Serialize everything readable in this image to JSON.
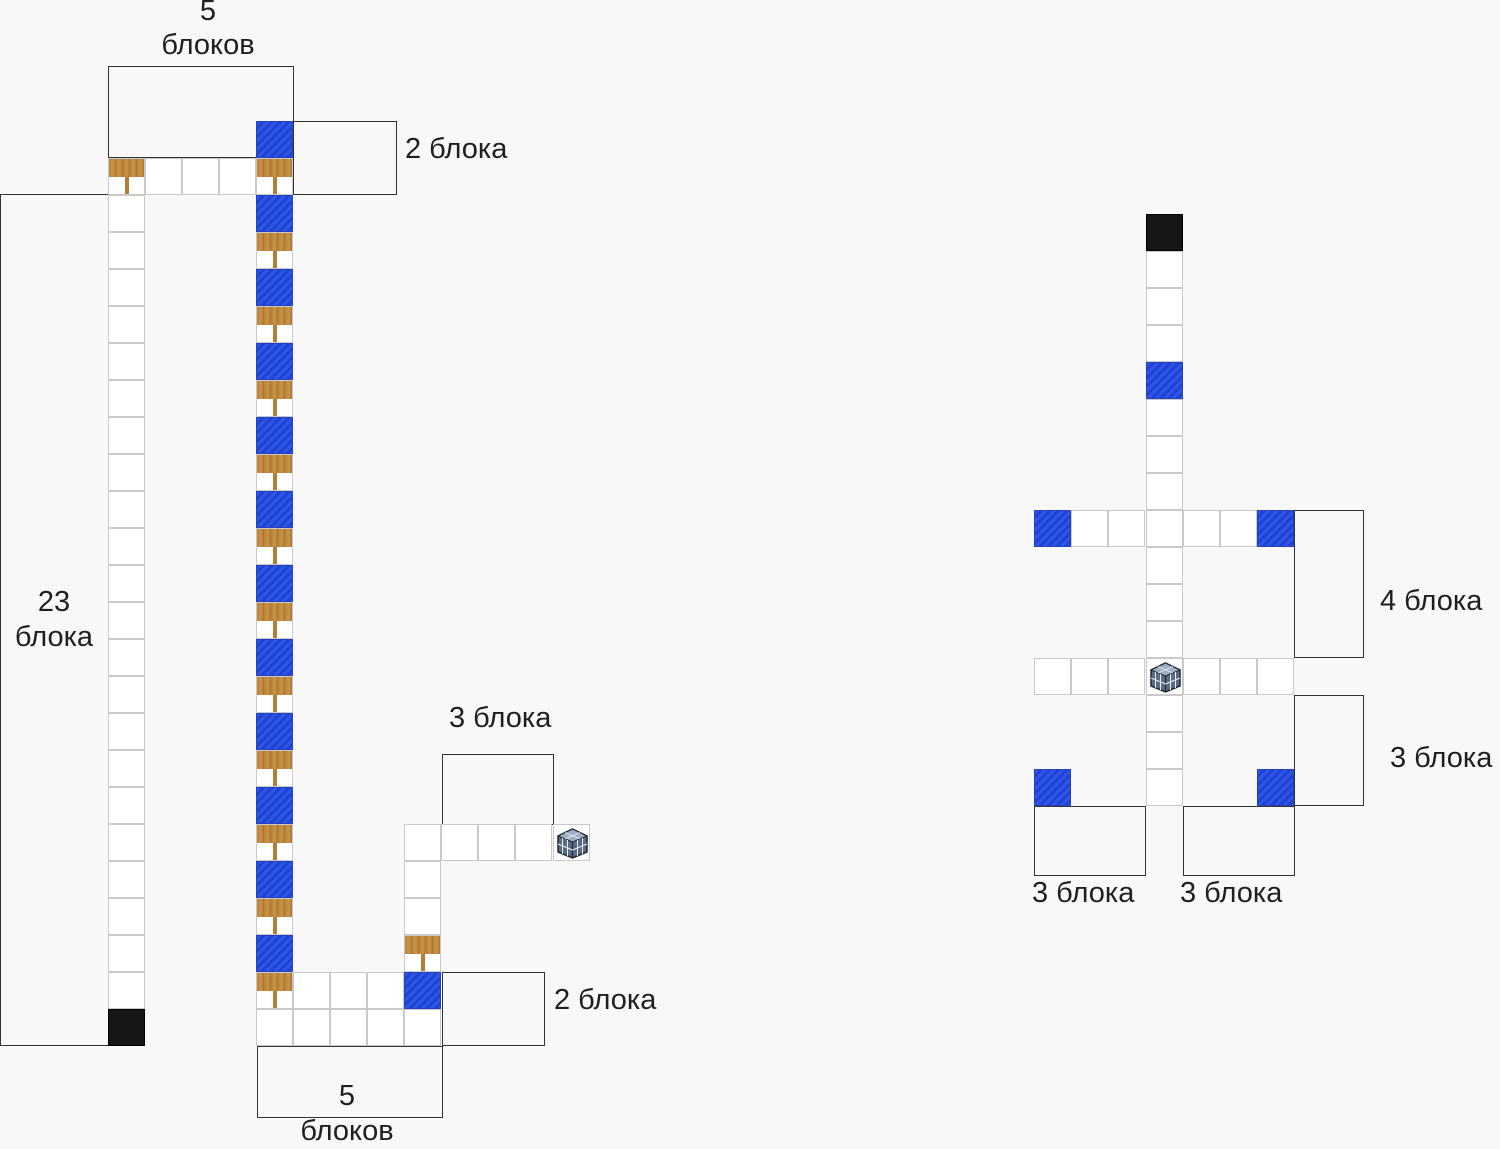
{
  "colors": {
    "background": "#f8f8f8",
    "water": "#2f55e6",
    "trapdoor": "#b8843a",
    "obsidian": "#161616",
    "grid": "#c9c9c9",
    "box_outline": "#333333"
  },
  "labels": {
    "top_width_num": "5",
    "top_width_word": "блоков",
    "top_right": "2 блока",
    "height_num": "23",
    "height_word": "блока",
    "upper_ledge": "3 блока",
    "lower_right": "2 блока",
    "bottom_width_num": "5",
    "bottom_width_word": "блоков",
    "right_four": "4 блока",
    "right_three": "3 блока",
    "bottom_left_three": "3 блока",
    "bottom_right_three": "3 блока"
  },
  "legend_icons": [
    "water-block",
    "trapdoor-block",
    "obsidian-block",
    "spawner-block",
    "empty-block"
  ]
}
